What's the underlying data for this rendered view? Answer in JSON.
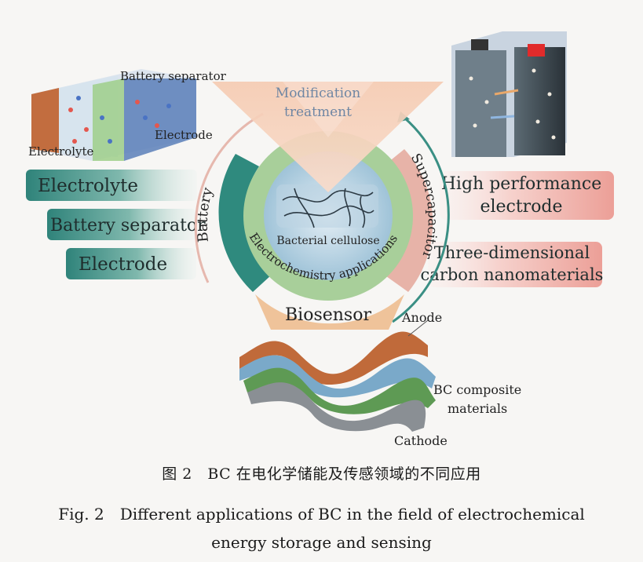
{
  "diagram": {
    "center_label": "Bacterial cellulose",
    "ring_label": "Electrochemistry applications",
    "modification": [
      "Modification",
      "treatment"
    ],
    "arc_battery": "Battery",
    "arc_supercapacitor": "Supercapacitor",
    "arc_biosensor": "Biosensor",
    "battery_labels": {
      "separator": "Battery separator",
      "electrolyte": "Electrolyte",
      "electrode": "Electrode"
    },
    "left_pills": [
      "Electrolyte",
      "Battery separator",
      "Electrode"
    ],
    "right_pills": [
      [
        "High performance",
        "electrode"
      ],
      [
        "Three-dimensional",
        "carbon nanomaterials"
      ]
    ],
    "sensor_labels": {
      "anode": "Anode",
      "bc_composite": [
        "BC composite",
        "materials"
      ],
      "cathode": "Cathode"
    },
    "colors": {
      "battery_arc": "#2f8a7e",
      "supercap_arc": "#e7b3a8",
      "biosensor_arc": "#efc39a",
      "ring": "#a8cf9a",
      "modification": "#f4c8ad",
      "left_pill": "#3a8f84",
      "right_pill": "#f2c0b8"
    }
  },
  "caption": {
    "cn": "图 2　BC 在电化学储能及传感领域的不同应用",
    "en_line1": "Fig. 2　Different applications of BC in the field of electrochemical",
    "en_line2": "energy storage and sensing"
  }
}
